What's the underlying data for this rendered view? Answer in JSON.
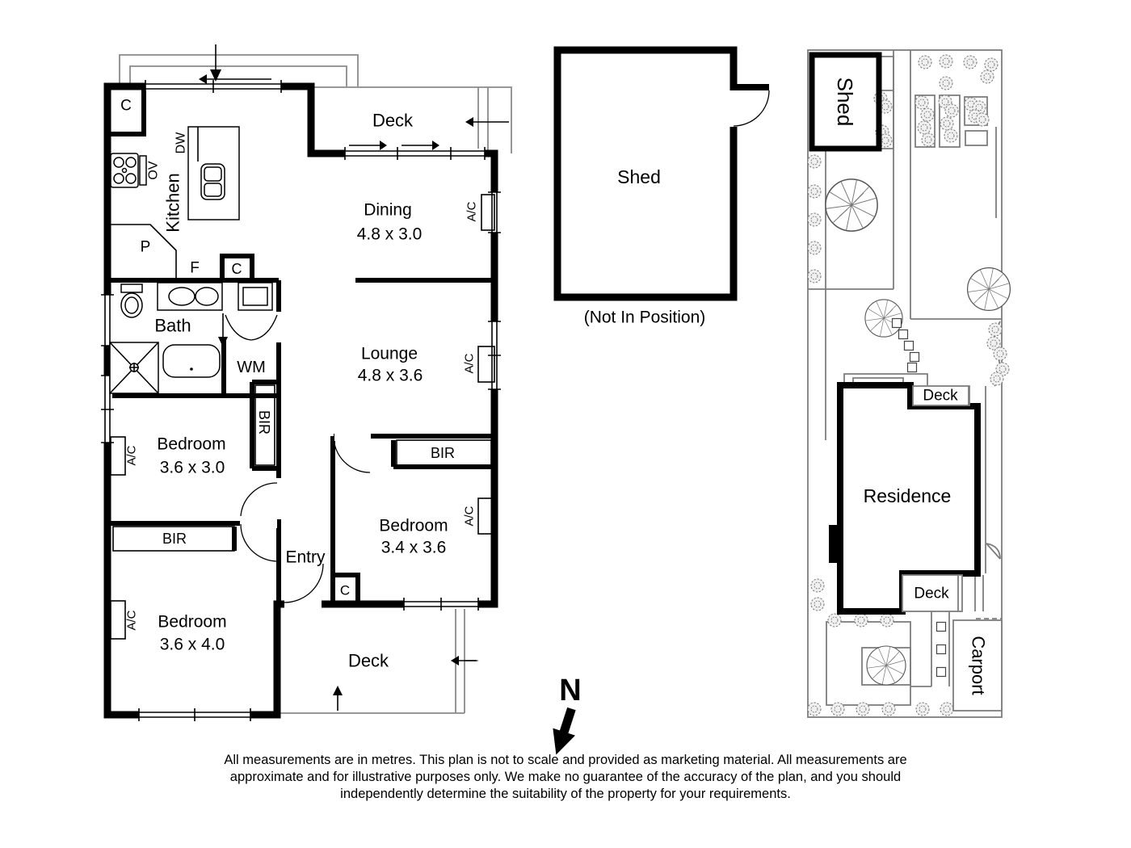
{
  "plan": {
    "deck_top": "Deck",
    "deck_bottom": "Deck",
    "dining": "Dining",
    "dining_dims": "4.8 x 3.0",
    "lounge": "Lounge",
    "lounge_dims": "4.8 x 3.6",
    "kitchen": "Kitchen",
    "bath": "Bath",
    "entry": "Entry",
    "bedroom1": "Bedroom",
    "bedroom1_dims": "3.6 x 3.0",
    "bedroom2": "Bedroom",
    "bedroom2_dims": "3.4 x 3.6",
    "bedroom3": "Bedroom",
    "bedroom3_dims": "3.6 x 4.0",
    "closet": "C",
    "pantry": "P",
    "fridge": "F",
    "oven": "OV",
    "dishwasher": "DW",
    "washing_machine": "WM",
    "built_in_robe": "BIR",
    "air_conditioner": "A/C"
  },
  "shed_diagram": {
    "label": "Shed",
    "note": "(Not In Position)"
  },
  "site_plan": {
    "shed": "Shed",
    "residence": "Residence",
    "deck_upper": "Deck",
    "deck_lower": "Deck",
    "carport": "Carport"
  },
  "compass": {
    "north": "N"
  },
  "disclaimer": {
    "line1": "All measurements are in metres. This plan is not to scale and provided as marketing material. All measurements are",
    "line2": "approximate and for illustrative purposes only. We make no guarantee of the accuracy of the plan, and you should",
    "line3": "independently determine the suitability of the property for your requirements."
  },
  "colors": {
    "wall": "#000000",
    "site_line": "#7d7d7d",
    "deck_line": "#8a8a8a"
  }
}
